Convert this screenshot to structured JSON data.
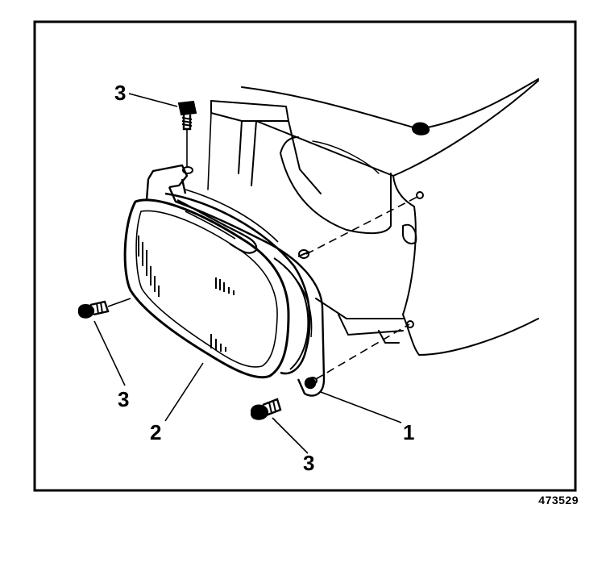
{
  "callouts": {
    "bolt_top": "3",
    "bolt_left": "3",
    "bolt_bottom": "3",
    "lamp": "2",
    "bracket": "1"
  },
  "figure_number": "473529",
  "colors": {
    "ink": "#000000",
    "paper": "#ffffff"
  }
}
